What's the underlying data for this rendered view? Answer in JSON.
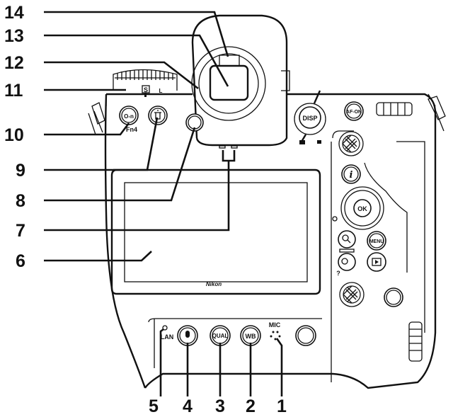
{
  "callouts": {
    "left": [
      "14",
      "13",
      "12",
      "11",
      "10",
      "9",
      "8",
      "7",
      "6"
    ],
    "bottom": [
      "5",
      "4",
      "3",
      "2",
      "1"
    ]
  },
  "labels": {
    "fn4": "Fn4",
    "disp": "DISP",
    "af_on": "AF-ON",
    "ok": "OK",
    "menu": "MENU",
    "brand": "Nikon",
    "lan": "LAN",
    "mic": "MIC",
    "qual": "QUAL",
    "wb": "WB",
    "release_mode_s": "S",
    "release_mode_l": "L",
    "help": "?",
    "key_icon": "O-n",
    "info": "i"
  }
}
